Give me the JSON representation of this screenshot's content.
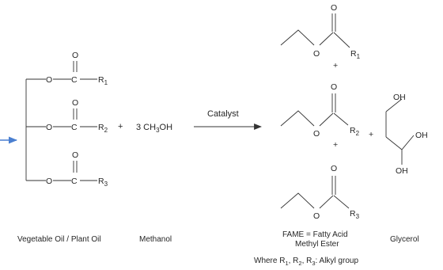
{
  "atoms": {
    "oxygen": "O",
    "carbon": "C",
    "r1": "R",
    "r2": "R",
    "r3": "R",
    "oh": "OH"
  },
  "subscripts": {
    "one": "1",
    "two": "2",
    "three": "3",
    "methanol": "3"
  },
  "operators": {
    "plus": "+"
  },
  "reactants": {
    "methanol_coefficient_prefix": "3 CH",
    "methanol_suffix": "OH"
  },
  "arrow": {
    "label": "Catalyst"
  },
  "labels": {
    "vegetable_oil": "Vegetable Oil / Plant Oil",
    "methanol": "Methanol",
    "fame_line1": "FAME = Fatty Acid",
    "fame_line2": "Methyl Ester",
    "glycerol": "Glycerol",
    "where_prefix": "Where R",
    "where_sep": ", R",
    "where_suffix": ": Alkyl group"
  },
  "colors": {
    "bonds": "#333333",
    "text": "#262626",
    "pointer_arrow": "#4a7fd0"
  }
}
